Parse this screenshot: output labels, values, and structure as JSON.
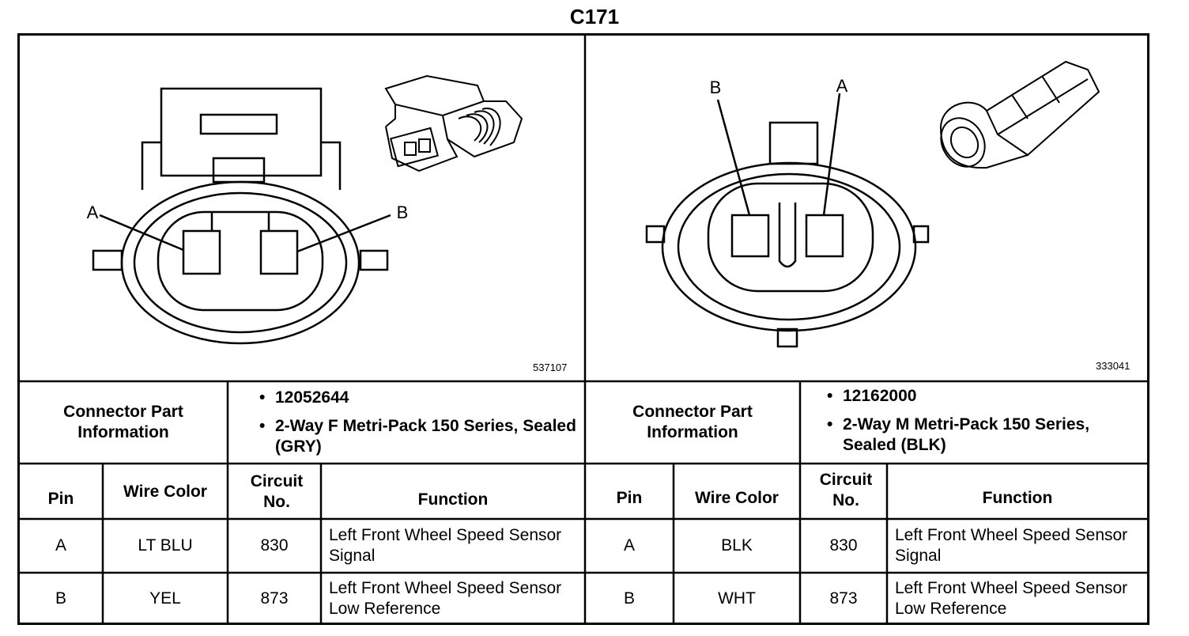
{
  "title": "C171",
  "left": {
    "image_ref": "537107",
    "pin_labels": {
      "a": "A",
      "b": "B"
    },
    "info_label": "Connector Part Information",
    "part_info": [
      "12052644",
      "2-Way F Metri-Pack 150 Series, Sealed (GRY)"
    ],
    "headers": {
      "pin": "Pin",
      "wire_color": "Wire Color",
      "circuit": "Circuit No.",
      "function": "Function"
    },
    "rows": [
      {
        "pin": "A",
        "wire_color": "LT BLU",
        "circuit": "830",
        "function": "Left Front Wheel Speed Sensor Signal"
      },
      {
        "pin": "B",
        "wire_color": "YEL",
        "circuit": "873",
        "function": "Left Front Wheel Speed Sensor Low Reference"
      }
    ]
  },
  "right": {
    "image_ref": "333041",
    "pin_labels": {
      "a": "A",
      "b": "B"
    },
    "info_label": "Connector Part Information",
    "part_info": [
      "12162000",
      "2-Way M Metri-Pack 150 Series, Sealed (BLK)"
    ],
    "headers": {
      "pin": "Pin",
      "wire_color": "Wire Color",
      "circuit": "Circuit No.",
      "function": "Function"
    },
    "rows": [
      {
        "pin": "A",
        "wire_color": "BLK",
        "circuit": "830",
        "function": "Left Front Wheel Speed Sensor Signal"
      },
      {
        "pin": "B",
        "wire_color": "WHT",
        "circuit": "873",
        "function": "Left Front Wheel Speed Sensor Low Reference"
      }
    ]
  }
}
